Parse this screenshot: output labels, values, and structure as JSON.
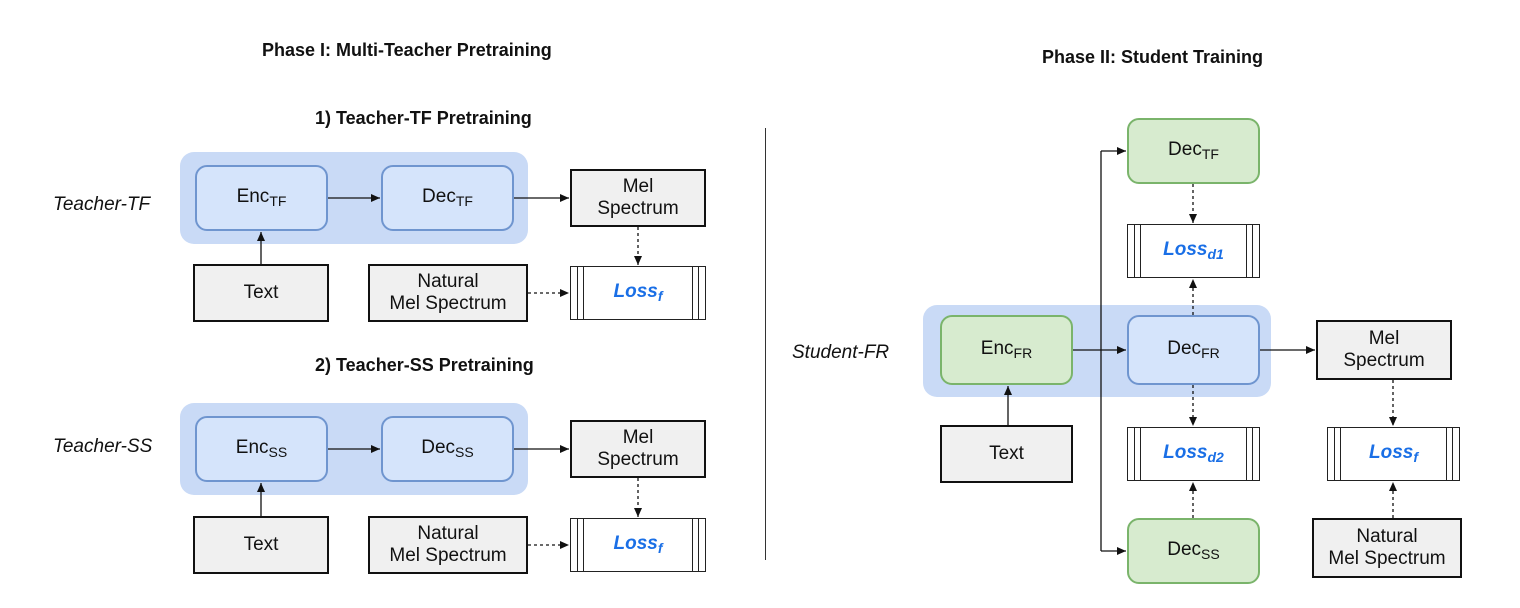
{
  "phase1": {
    "title": "Phase I: Multi-Teacher Pretraining",
    "sub1_title": "1) Teacher-TF Pretraining",
    "sub2_title": "2) Teacher-SS Pretraining",
    "teacher_tf_label": "Teacher-TF",
    "teacher_ss_label": "Teacher-SS",
    "enc_base": "Enc",
    "dec_base": "Dec",
    "tf_sub": "TF",
    "ss_sub": "SS",
    "mel_line1": "Mel",
    "mel_line2": "Spectrum",
    "text": "Text",
    "natural_line1": "Natural",
    "natural_line2": "Mel Spectrum",
    "loss_base": "Loss",
    "loss_f_sub": "f"
  },
  "phase2": {
    "title": "Phase II: Student Training",
    "student_label": "Student-FR",
    "enc_base": "Enc",
    "dec_base": "Dec",
    "fr_sub": "FR",
    "tf_sub": "TF",
    "ss_sub": "SS",
    "loss_base": "Loss",
    "loss_d1_sub": "d1",
    "loss_d2_sub": "d2",
    "loss_f_sub": "f",
    "text": "Text",
    "mel_line1": "Mel",
    "mel_line2": "Spectrum",
    "natural_line1": "Natural",
    "natural_line2": "Mel Spectrum"
  },
  "colors": {
    "teacher_fill": "#d5e4fb",
    "student_fill": "#d7ebcf",
    "group_fill": "#c9daf6",
    "loss_text": "#1a6fe6"
  }
}
